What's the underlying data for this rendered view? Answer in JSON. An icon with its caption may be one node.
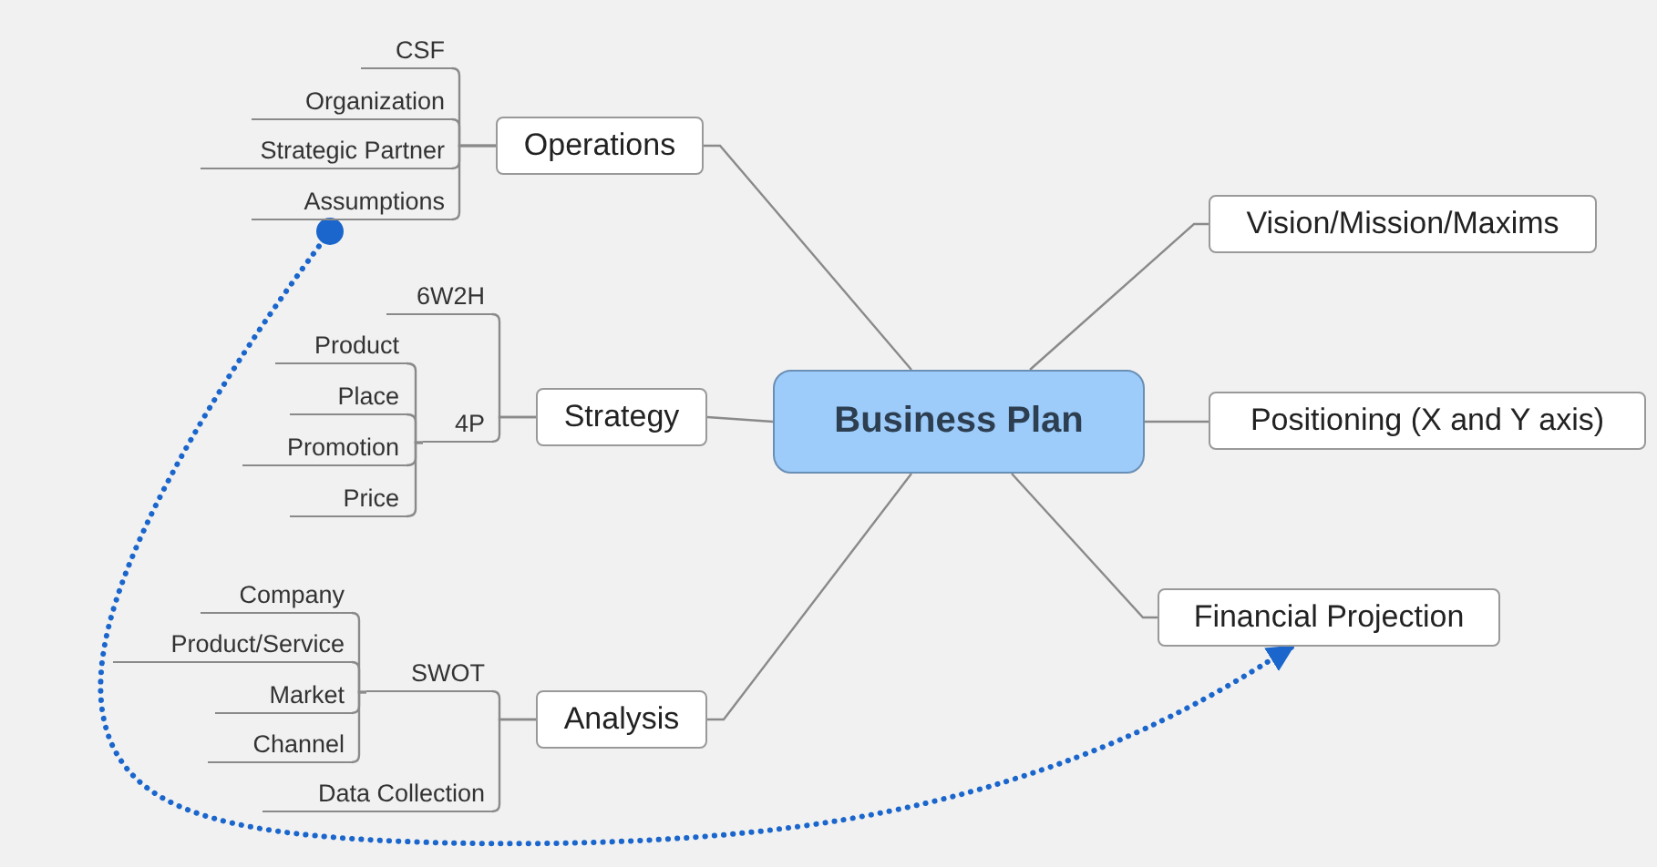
{
  "diagram": {
    "nodes": [
      {
        "text": [
          "Business Plan"
        ]
      },
      {
        "text": [
          "Operations"
        ]
      },
      {
        "text": [
          "CSF"
        ]
      },
      {
        "text": [
          "Organization"
        ]
      },
      {
        "text": [
          "Strategic Partner"
        ]
      },
      {
        "text": [
          "Assumptions"
        ]
      },
      {
        "text": [
          "Strategy"
        ]
      },
      {
        "text": [
          "6W2H"
        ]
      },
      {
        "text": [
          "4P"
        ]
      },
      {
        "text": [
          "Product"
        ]
      },
      {
        "text": [
          "Place"
        ]
      },
      {
        "text": [
          "Promotion"
        ]
      },
      {
        "text": [
          "Price"
        ]
      },
      {
        "text": [
          "Analysis"
        ]
      },
      {
        "text": [
          "SWOT"
        ]
      },
      {
        "text": [
          "Company"
        ]
      },
      {
        "text": [
          "Product/Service"
        ]
      },
      {
        "text": [
          "Market"
        ]
      },
      {
        "text": [
          "Channel"
        ]
      },
      {
        "text": [
          "Data Collection"
        ]
      },
      {
        "text": [
          "Vision/Mission/Maxims"
        ]
      },
      {
        "text": [
          "Positioning (X and Y axis)"
        ]
      },
      {
        "text": [
          "Financial Projection"
        ]
      }
    ],
    "edges": [
      {
        "from": 0,
        "to": 1,
        "arrow": "none"
      },
      {
        "from": 1,
        "to": 2,
        "arrow": "none"
      },
      {
        "from": 1,
        "to": 3,
        "arrow": "none"
      },
      {
        "from": 1,
        "to": 4,
        "arrow": "none"
      },
      {
        "from": 1,
        "to": 5,
        "arrow": "none"
      },
      {
        "from": 0,
        "to": 6,
        "arrow": "none"
      },
      {
        "from": 6,
        "to": 7,
        "arrow": "none"
      },
      {
        "from": 6,
        "to": 8,
        "arrow": "none"
      },
      {
        "from": 8,
        "to": 9,
        "arrow": "none"
      },
      {
        "from": 8,
        "to": 10,
        "arrow": "none"
      },
      {
        "from": 8,
        "to": 11,
        "arrow": "none"
      },
      {
        "from": 8,
        "to": 12,
        "arrow": "none"
      },
      {
        "from": 0,
        "to": 13,
        "arrow": "none"
      },
      {
        "from": 13,
        "to": 14,
        "arrow": "none"
      },
      {
        "from": 14,
        "to": 15,
        "arrow": "none"
      },
      {
        "from": 14,
        "to": 16,
        "arrow": "none"
      },
      {
        "from": 14,
        "to": 17,
        "arrow": "none"
      },
      {
        "from": 14,
        "to": 18,
        "arrow": "none"
      },
      {
        "from": 13,
        "to": 19,
        "arrow": "none"
      },
      {
        "from": 0,
        "to": 20,
        "arrow": "none"
      },
      {
        "from": 0,
        "to": 21,
        "arrow": "none"
      },
      {
        "from": 0,
        "to": 22,
        "arrow": "none"
      },
      {
        "from": 5,
        "to": 22,
        "arrow": "to",
        "style": "dashed",
        "color": "#1a66cc"
      }
    ]
  }
}
